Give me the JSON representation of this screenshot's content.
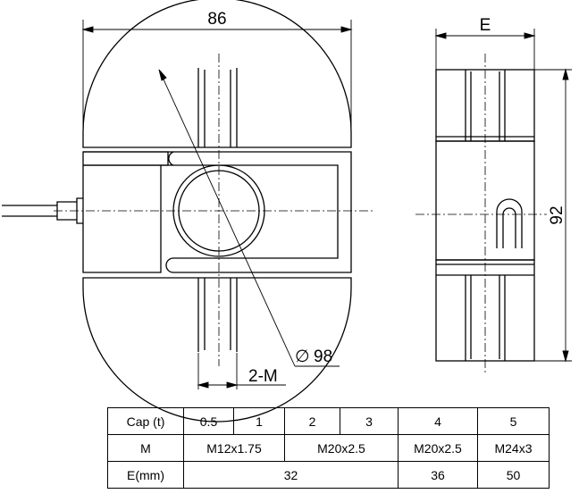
{
  "drawing": {
    "front_view": {
      "width_dim": "86",
      "diameter_symbol": "∅",
      "diameter_dim": "98",
      "thread_dim": "2-M"
    },
    "side_view": {
      "width_dim": "E",
      "height_dim": "92"
    }
  },
  "spec_table": {
    "row_cap": {
      "label": "Cap (t)",
      "values": [
        "0.5",
        "1",
        "2",
        "3",
        "4",
        "5"
      ]
    },
    "row_m": {
      "label": "M",
      "values": [
        "M12x1.75",
        "M20x2.5",
        "M20x2.5",
        "M24x3"
      ]
    },
    "row_e": {
      "label": "E(mm)",
      "values": [
        "32",
        "36",
        "50"
      ]
    }
  }
}
